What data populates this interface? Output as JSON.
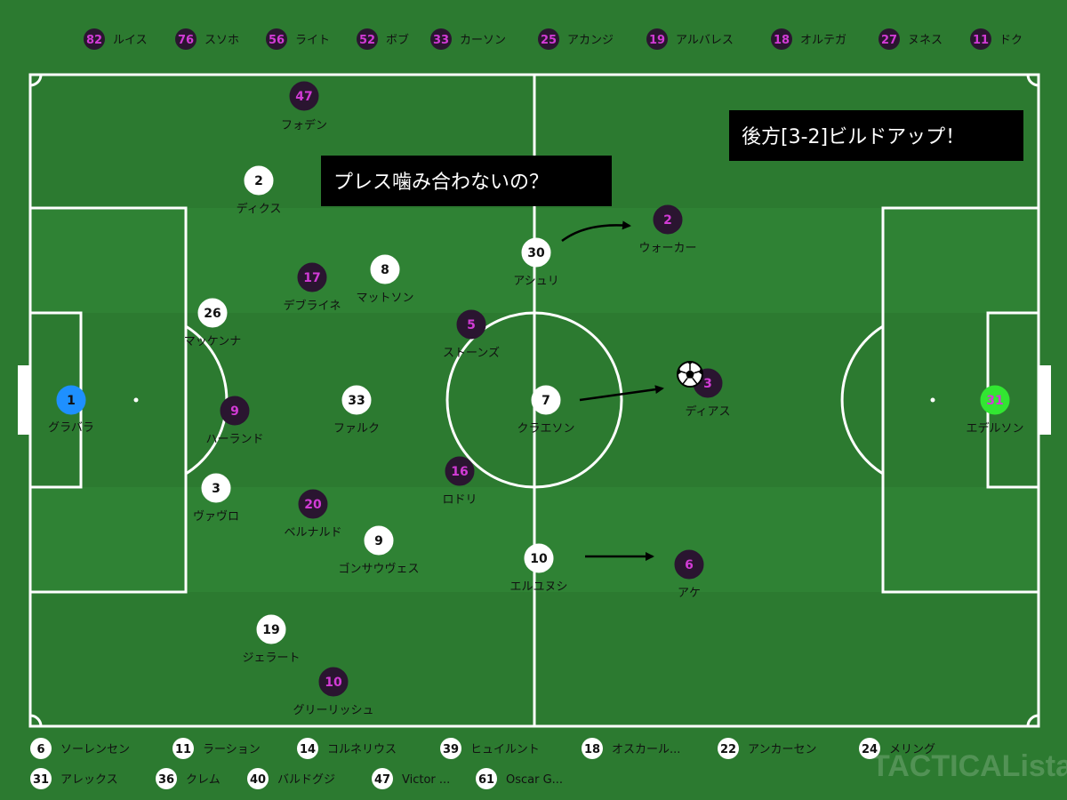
{
  "notes": {
    "left": "プレス噛み合わないの？",
    "right": "後方[3-2]ビルドアップ！"
  },
  "watermark": "TACTICALista",
  "colors": {
    "pitch": "#2c7a30",
    "stripe": "#2f8234",
    "line": "#ffffff",
    "home_fill": "#ffffff",
    "away_fill": "#2a1530",
    "away_number": "#d23bd6",
    "gk_home": "#1e90ff",
    "gk_away": "#32e632"
  },
  "home_players": [
    {
      "num": "1",
      "name": "グラバラ",
      "gk": true
    },
    {
      "num": "2",
      "name": "ディクス"
    },
    {
      "num": "26",
      "name": "マッケンナ"
    },
    {
      "num": "3",
      "name": "ヴァヴロ"
    },
    {
      "num": "19",
      "name": "ジェラート"
    },
    {
      "num": "33",
      "name": "ファルク"
    },
    {
      "num": "8",
      "name": "マットソン"
    },
    {
      "num": "9",
      "name": "ゴンサウヴェス"
    },
    {
      "num": "30",
      "name": "アシュリ"
    },
    {
      "num": "7",
      "name": "クラエソン"
    },
    {
      "num": "10",
      "name": "エルユヌシ"
    }
  ],
  "away_players": [
    {
      "num": "47",
      "name": "フォデン"
    },
    {
      "num": "17",
      "name": "デブライネ"
    },
    {
      "num": "9",
      "name": "ハーランド"
    },
    {
      "num": "20",
      "name": "ベルナルド"
    },
    {
      "num": "10",
      "name": "グリーリッシュ"
    },
    {
      "num": "5",
      "name": "ストーンズ"
    },
    {
      "num": "16",
      "name": "ロドリ"
    },
    {
      "num": "2",
      "name": "ウォーカー"
    },
    {
      "num": "3",
      "name": "ディアス"
    },
    {
      "num": "6",
      "name": "アケ"
    },
    {
      "num": "31",
      "name": "エデルソン",
      "gk": true
    }
  ],
  "away_subs": [
    {
      "num": "82",
      "name": "ルイス"
    },
    {
      "num": "76",
      "name": "スソホ"
    },
    {
      "num": "56",
      "name": "ライト"
    },
    {
      "num": "52",
      "name": "ボブ"
    },
    {
      "num": "33",
      "name": "カーソン"
    },
    {
      "num": "25",
      "name": "アカンジ"
    },
    {
      "num": "19",
      "name": "アルバレス"
    },
    {
      "num": "18",
      "name": "オルテガ"
    },
    {
      "num": "27",
      "name": "ヌネス"
    },
    {
      "num": "11",
      "name": "ドク"
    }
  ],
  "home_subs": [
    {
      "num": "6",
      "name": "ソーレンセン"
    },
    {
      "num": "11",
      "name": "ラーション"
    },
    {
      "num": "14",
      "name": "コルネリウス"
    },
    {
      "num": "39",
      "name": "ヒュイルント"
    },
    {
      "num": "18",
      "name": "オスカール..."
    },
    {
      "num": "22",
      "name": "アンカーセン"
    },
    {
      "num": "24",
      "name": "メリング"
    },
    {
      "num": "31",
      "name": "アレックス"
    },
    {
      "num": "36",
      "name": "クレム"
    },
    {
      "num": "40",
      "name": "バルドグジ"
    },
    {
      "num": "47",
      "name": "Victor ..."
    },
    {
      "num": "61",
      "name": "Oscar G..."
    }
  ]
}
